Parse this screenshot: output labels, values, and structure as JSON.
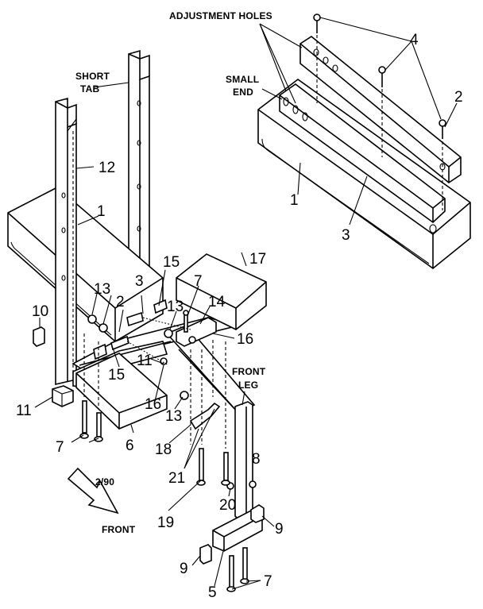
{
  "diagram": {
    "callouts": {
      "adjustment_holes": "ADJUSTMENT HOLES",
      "small_end_1": "SMALL",
      "small_end_2": "END",
      "short_tab_1": "SHORT",
      "short_tab_2": "TAB",
      "front_leg_1": "FRONT",
      "front_leg_2": "LEG",
      "front_arrow_text": "2/90",
      "front": "FRONT"
    },
    "part_numbers": {
      "inset_4": "4",
      "inset_2": "2",
      "inset_1": "1",
      "inset_3": "3",
      "upright_12": "12",
      "seat_1": "1",
      "pad_17": "17",
      "bracket_15_top": "15",
      "bracket_3": "3",
      "bolt_7_top": "7",
      "nut_13_left": "13",
      "plate_2": "2",
      "nut_13_mid": "13",
      "bracket_14": "14",
      "cap_10": "10",
      "spacer_16_right": "16",
      "washer_11_mid": "11",
      "bolt_15_low": "15",
      "cap_11_foot": "11",
      "spacer_16_low": "16",
      "nut_13_low": "13",
      "bolts_7_left": "7",
      "frame_6": "6",
      "bracket_18": "18",
      "washer_21": "21",
      "bolt_19": "19",
      "bolt_20": "20",
      "nut_8": "8",
      "cap_9_right": "9",
      "cap_9_left": "9",
      "leg_5": "5",
      "bolts_7_bottom": "7"
    }
  }
}
